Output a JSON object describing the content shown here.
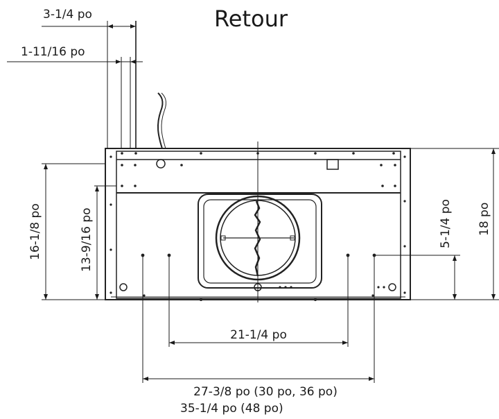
{
  "title": "Retour",
  "dimensions": {
    "top_offset": "3-1/4 po",
    "inner_offset": "1-11/16 po",
    "left_outer_height": "16-1/8 po",
    "left_inner_height": "13-9/16 po",
    "right_small_height": "5-1/4 po",
    "right_total_height": "18 po",
    "inner_width": "21-1/4 po",
    "outer_width": "27-3/8 po (30 po, 36 po)",
    "outer_width_alt": "35-1/4 po (48 po)"
  },
  "colors": {
    "line": "#1a1a1a",
    "hood": "#222222"
  }
}
